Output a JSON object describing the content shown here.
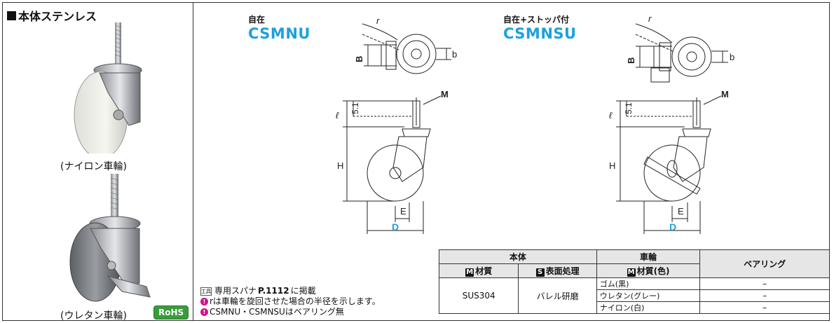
{
  "left_panel": {
    "title": "本体ステンレス",
    "caption_top": "(ナイロン車輪)",
    "caption_bottom": "(ウレタン車輪)",
    "rohs": "RoHS"
  },
  "models": [
    {
      "sub": "自在",
      "name": "CSMNU"
    },
    {
      "sub": "自在+ストッパ付",
      "name": "CSMNSU"
    }
  ],
  "dimension_labels": {
    "r": "r",
    "B": "B",
    "b": "b",
    "M": "M",
    "l": "ℓ",
    "h51": "5.1",
    "H": "H",
    "E": "E",
    "D": "D"
  },
  "table": {
    "group_body": "本体",
    "group_wheel": "車輪",
    "bearing": "ベアリング",
    "col_material": "材質",
    "col_surface": "表面処理",
    "col_wheel_material": "材質(色)",
    "badge_m": "M",
    "badge_s": "S",
    "body_material": "SUS304",
    "surface": "バレル研磨",
    "rows": [
      {
        "wheel": "ゴム(黒)",
        "bearing": "–"
      },
      {
        "wheel": "ウレタン(グレー)",
        "bearing": "–"
      },
      {
        "wheel": "ナイロン(白)",
        "bearing": "–"
      }
    ]
  },
  "notes": {
    "wrench_prefix": "専用スパナ",
    "wrench_page": "P.1112",
    "wrench_suffix": "に掲載",
    "note_r": "rは車輪を旋回させた場合の半径を示します。",
    "note_bearing": "CSMNU・CSMNSUはベアリング無",
    "wrench_icon_text": "工具"
  }
}
